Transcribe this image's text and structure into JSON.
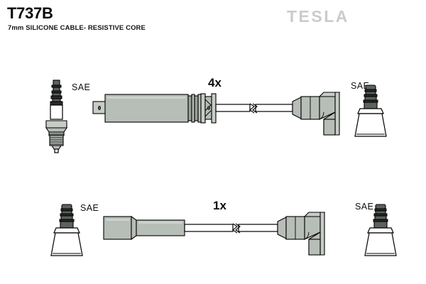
{
  "sheet": {
    "background_color": "#ffffff",
    "ink_color": "#111111",
    "metal_color": "#b7bdb7",
    "logo_color": "#c9cdc9"
  },
  "header": {
    "part_number": "T737B",
    "description": "7mm SILICONE CABLE- RESISTIVE CORE",
    "brand": "TESLA"
  },
  "assemblies": [
    {
      "id": "upper-assembly",
      "quantity_label": "4x",
      "left_terminal_label": "SAE",
      "right_terminal_label": "SAE",
      "left_end": "spark-plug",
      "left_boot": "straight-boot",
      "right_boot": "right-angle-boot",
      "right_end": "conical-plug-boot",
      "cable_break": "zigzag"
    },
    {
      "id": "lower-assembly",
      "quantity_label": "1x",
      "left_terminal_label": "SAE",
      "right_terminal_label": "SAE",
      "left_end": "conical-plug-boot",
      "left_boot": "straight-boot",
      "right_boot": "right-angle-boot",
      "right_end": "conical-plug-boot",
      "cable_break": "zigzag"
    }
  ],
  "labels": {
    "sae": "SAE",
    "qty_upper": "4x",
    "qty_lower": "1x"
  }
}
